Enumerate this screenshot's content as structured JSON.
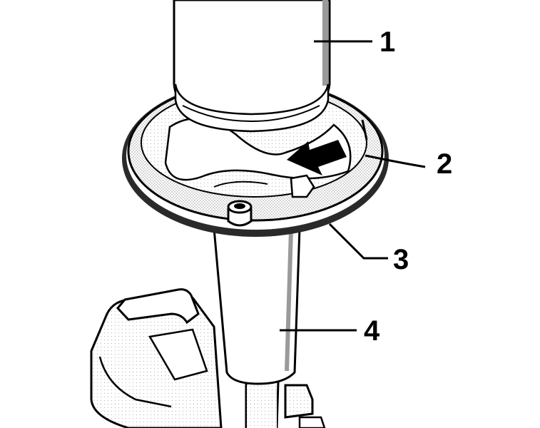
{
  "diagram": {
    "callouts": [
      {
        "id": "1",
        "label": "1"
      },
      {
        "id": "2",
        "label": "2"
      },
      {
        "id": "3",
        "label": "3"
      },
      {
        "id": "4",
        "label": "4"
      }
    ],
    "arrow": "direction-arrow-icon",
    "colors": {
      "line": "#000000",
      "fill": "#ffffff",
      "screen_tone": "#d0d0d0",
      "ring": "#2a2a2a"
    }
  }
}
